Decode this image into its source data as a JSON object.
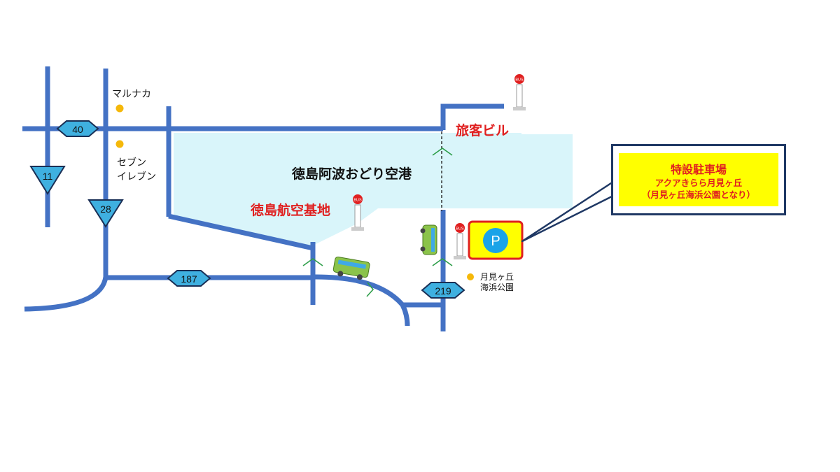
{
  "airport": {
    "name": "徳島阿波おどり空港",
    "terminal": "旅客ビル",
    "base": "徳島航空基地"
  },
  "pois": {
    "marunaka": "マルナカ",
    "seven_line1": "セブン",
    "seven_line2": "イレブン",
    "park_line1": "月見ヶ丘",
    "park_line2": "海浜公園"
  },
  "routes": {
    "r40": "40",
    "r11": "11",
    "r28": "28",
    "r187": "187",
    "r219": "219"
  },
  "parking": {
    "symbol": "P",
    "title": "特設駐車場",
    "line1": "アクアきらら月見ヶ丘",
    "line2": "（月見ヶ丘海浜公園となり）"
  },
  "bus_stop": {
    "sign": "BUS"
  },
  "colors": {
    "road": "#4472c4",
    "airport_fill": "#d9f5fa",
    "route_shield": "#3fb0e0",
    "poi_dot": "#f5b80a",
    "highlight": "#ffff00",
    "accent_red": "#e02020",
    "callout_border": "#1f3864"
  }
}
